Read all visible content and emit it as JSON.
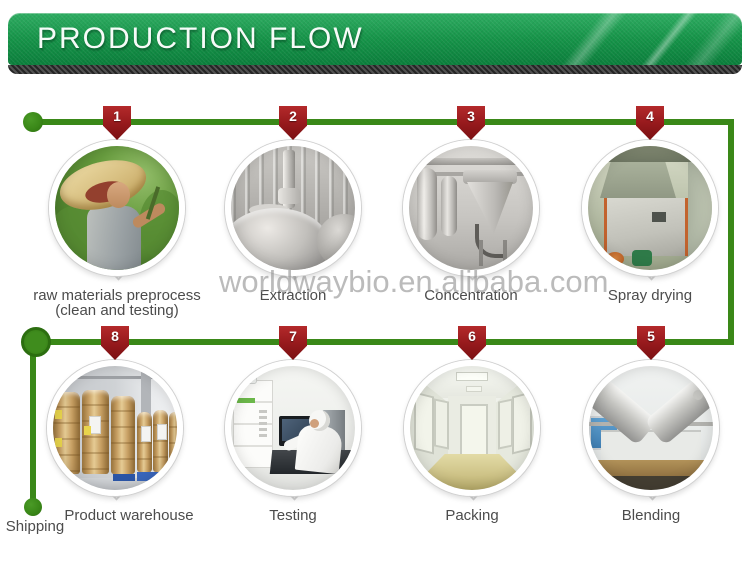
{
  "header": {
    "title": "PRODUCTION FLOW"
  },
  "watermark": {
    "text": "worldwaybio.en.alibaba.com"
  },
  "flow": {
    "shipping_label": "Shipping"
  },
  "colors": {
    "header_green": "#169449",
    "line_green": "#3a8818",
    "badge_red": "#9a1b1e",
    "label_gray": "#4c4c4c"
  },
  "steps": [
    {
      "number": "1",
      "label": "raw materials preprocess",
      "label2": "(clean and testing)",
      "photo": "farmer picking raw material plants"
    },
    {
      "number": "2",
      "label": "Extraction",
      "photo": "stainless steel extraction tanks"
    },
    {
      "number": "3",
      "label": "Concentration",
      "photo": "concentration equipment with pipes"
    },
    {
      "number": "4",
      "label": "Spray drying",
      "photo": "spray drying machine"
    },
    {
      "number": "5",
      "label": "Blending",
      "photo": "V-type blender mixer"
    },
    {
      "number": "6",
      "label": "Packing",
      "photo": "clean room packing corridor"
    },
    {
      "number": "7",
      "label": "Testing",
      "photo": "laboratory HPLC testing"
    },
    {
      "number": "8",
      "label": "Product warehouse",
      "photo": "warehouse with fiber drums"
    }
  ]
}
